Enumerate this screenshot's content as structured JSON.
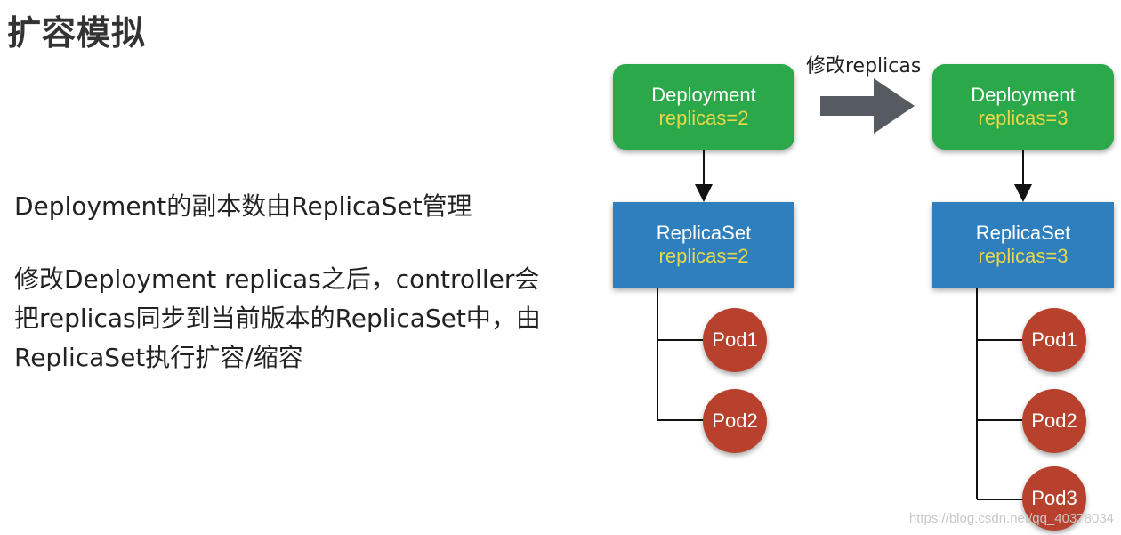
{
  "title": "扩容模拟",
  "description": {
    "line1": "Deployment的副本数由ReplicaSet管理",
    "para_lines": [
      "修改Deployment replicas之后，controller会",
      "把replicas同步到当前版本的ReplicaSet中，由",
      "ReplicaSet执行扩容/缩容"
    ]
  },
  "diagram": {
    "arrow_label": "修改replicas",
    "before": {
      "deployment": {
        "label": "Deployment",
        "replicas": "replicas=2"
      },
      "replicaset": {
        "label": "ReplicaSet",
        "replicas": "replicas=2"
      },
      "pods": [
        "Pod1",
        "Pod2"
      ]
    },
    "after": {
      "deployment": {
        "label": "Deployment",
        "replicas": "replicas=3"
      },
      "replicaset": {
        "label": "ReplicaSet",
        "replicas": "replicas=3"
      },
      "pods": [
        "Pod1",
        "Pod2",
        "Pod3"
      ]
    },
    "colors": {
      "deployment": "#2aa84a",
      "replicaset": "#2f7fbf",
      "pod": "#b8412e",
      "replicas_text": "#e8d84a",
      "arrow": "#555b61"
    }
  },
  "watermark": "https://blog.csdn.net/qq_40378034"
}
